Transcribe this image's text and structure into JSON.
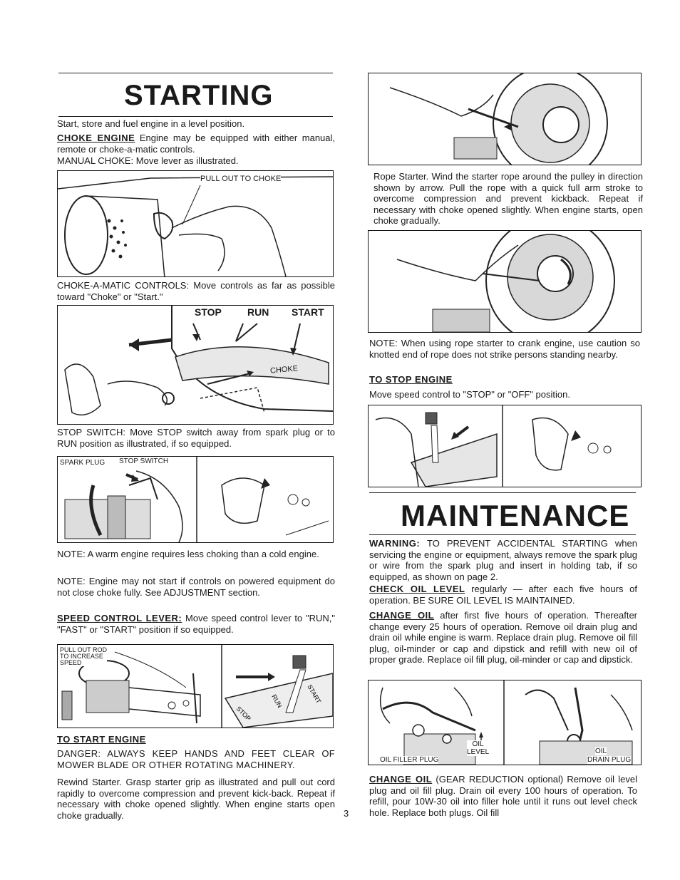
{
  "left": {
    "title": "STARTING",
    "intro": "Start, store and fuel engine in a level position.",
    "choke_head": "CHOKE ENGINE",
    "choke_text": " Engine may be equipped with either manual, remote or choke-a-matic controls.",
    "manual_choke": "MANUAL CHOKE: Move lever as illustrated.",
    "fig1_caption": "PULL OUT TO CHOKE",
    "chokematic": "CHOKE-A-MATIC CONTROLS: Move controls as far as possible toward \"Choke\" or \"Start.\"",
    "fig2_stop": "STOP",
    "fig2_run": "RUN",
    "fig2_start": "START",
    "fig2_choke": "CHOKE",
    "stop_switch": "STOP SWITCH: Move STOP switch away from spark plug or to RUN position as illustrated, if so equipped.",
    "fig3_spark": "SPARK PLUG",
    "fig3_switch": "STOP SWITCH",
    "note1": "NOTE: A warm engine requires less choking than a cold engine.",
    "note2": "NOTE: Engine may not start if controls on powered equipment do not close choke fully. See ADJUSTMENT section.",
    "speed_head": "SPEED CONTROL LEVER:",
    "speed_text": " Move speed control lever to \"RUN,\" \"FAST\" or \"START\" position if so equipped.",
    "fig4_caption_l1": "PULL OUT ROD",
    "fig4_caption_l2": "TO INCREASE",
    "fig4_caption_l3": "SPEED",
    "to_start_head": "TO START ENGINE",
    "danger": "DANGER: ALWAYS KEEP HANDS AND FEET CLEAR OF MOWER BLADE OR OTHER ROTATING MACHINERY.",
    "rewind": "Rewind Starter. Grasp starter grip as illustrated and pull out cord rapidly to overcome compression and prevent kick-back. Repeat if necessary with choke opened slightly. When engine starts open choke gradually."
  },
  "page_number": "3",
  "right": {
    "rope": "Rope Starter. Wind the starter rope around the pulley in direction shown by arrow. Pull the rope with a quick full arm stroke to overcome compression and prevent kickback. Repeat if necessary with choke opened slightly. When engine starts, open choke gradually.",
    "note_rope": "NOTE: When using rope starter to crank engine, use caution so knotted end of rope does not strike persons standing nearby.",
    "to_stop_head": "TO STOP ENGINE",
    "to_stop_text": "Move speed control to \"STOP\" or \"OFF\" position.",
    "title": "MAINTENANCE",
    "warning_head": "WARNING:",
    "warning_text": " TO PREVENT ACCIDENTAL STARTING when servicing the engine or equipment, always remove the spark plug or wire from the spark plug and insert in holding tab, if so equipped, as shown on page 2.",
    "check_head": "CHECK OIL LEVEL",
    "check_text": " regularly — after each five hours of operation. BE SURE OIL LEVEL IS MAINTAINED.",
    "change_head": "CHANGE OIL",
    "change_text": " after first five hours of operation. Thereafter change every 25 hours of operation. Remove oil drain plug and drain oil while engine is warm. Replace drain plug. Remove oil fill plug, oil-minder or cap and dipstick and refill with new oil of proper grade. Replace oil fill plug, oil-minder or cap and dipstick.",
    "fig_oil_level_l1": "OIL",
    "fig_oil_level_l2": "LEVEL",
    "fig_filler": "OIL FILLER PLUG",
    "fig_oil_l1": "OIL",
    "fig_drain": "DRAIN PLUG",
    "gear_head": "CHANGE OIL",
    "gear_text": " (GEAR REDUCTION optional) Remove oil level plug and oil fill plug. Drain oil every 100 hours of operation. To refill, pour 10W-30 oil into filler hole until it runs out level check hole. Replace both plugs. Oil fill"
  }
}
